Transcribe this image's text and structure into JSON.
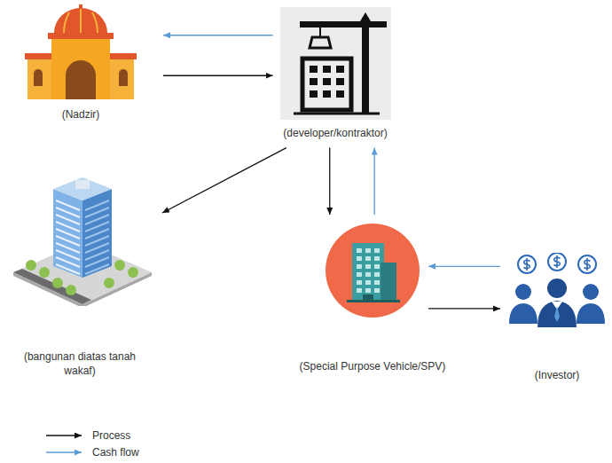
{
  "diagram": {
    "nodes": [
      {
        "text": [
          "(Nadzir)"
        ]
      },
      {
        "text": [
          "(developer/kontraktor)"
        ]
      },
      {
        "text": [
          "(bangunan diatas tanah wakaf)"
        ]
      },
      {
        "text": [
          "(Special Purpose Vehicle/SPV)"
        ]
      },
      {
        "text": [
          "(Investor)"
        ]
      }
    ],
    "edges": [
      {
        "from": 0,
        "to": 1,
        "arrow": "to"
      },
      {
        "from": 1,
        "to": 0,
        "arrow": "to"
      },
      {
        "from": 1,
        "to": 2,
        "arrow": "to"
      },
      {
        "from": 1,
        "to": 3,
        "arrow": "to"
      },
      {
        "from": 3,
        "to": 1,
        "arrow": "to"
      },
      {
        "from": 4,
        "to": 3,
        "arrow": "to"
      },
      {
        "from": 3,
        "to": 4,
        "arrow": "to"
      }
    ],
    "legend": [
      {
        "text": "Process"
      },
      {
        "text": "Cash flow"
      }
    ]
  }
}
